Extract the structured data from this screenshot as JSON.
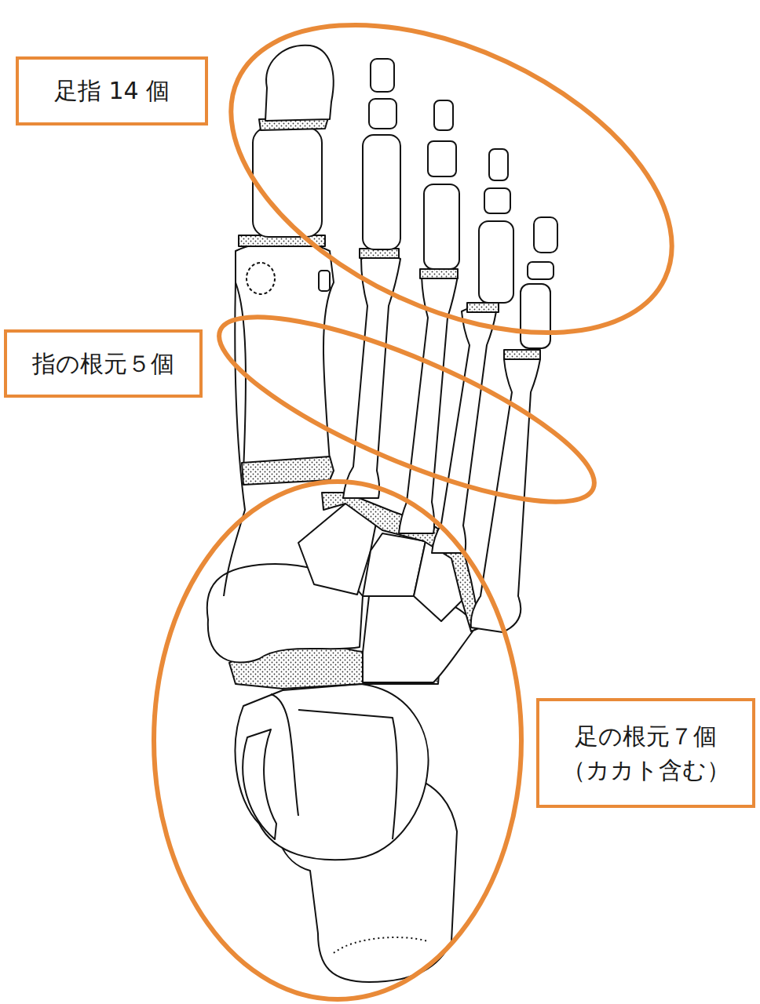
{
  "diagram": {
    "nodes": [
      {
        "text": [
          "足指 14 個"
        ]
      },
      {
        "text": [
          "指の根元５個"
        ]
      },
      {
        "text": [
          "足の根元７個",
          "（カカト含む）"
        ]
      }
    ]
  }
}
